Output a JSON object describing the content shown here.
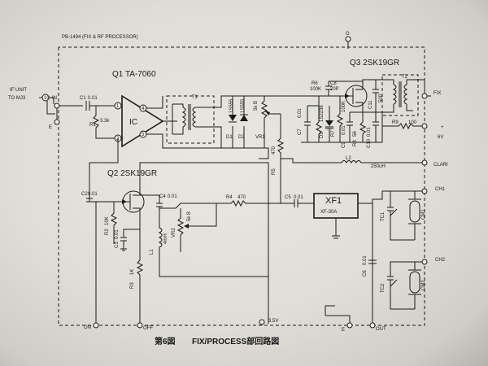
{
  "board": {
    "title": "PB-1494 (FIX & RF PROCESSOR)"
  },
  "caption": {
    "fig": "第6図",
    "title": "FIX/PROCESS部回路図"
  },
  "input": {
    "label1": "IF UNIT",
    "label2": "TO MJ3",
    "jack": "10",
    "in": "IN",
    "e": "E"
  },
  "q1": {
    "title": "Q1  TA-7060",
    "ic": "IC",
    "pin1": "1",
    "pin2": "2",
    "pin4": "4",
    "pin5": "5"
  },
  "q2": {
    "title": "Q2  2SK19GR"
  },
  "q3": {
    "title": "Q3  2SK19GR"
  },
  "parts": {
    "r1": "R1",
    "r1v": "3.3k",
    "c1": "C1",
    "c1v": "0.01",
    "c2": "C2",
    "c2v": "0.01",
    "t1": "T1",
    "d1": "D1",
    "d1v": "1S555",
    "d2": "D2",
    "d2v": "1S555",
    "vr1": "VR1",
    "vr1v": "5k B",
    "r5": "R5",
    "r5v": "470",
    "r6": "R6",
    "r6v": "100K",
    "c8": "C8",
    "c8v": "20P",
    "c7": "C7",
    "c7v": "0.01",
    "d3": "D3",
    "d3v": "1S2236",
    "r7": "R7",
    "r7v": "100K",
    "c9": "C9",
    "c9v": "0.01",
    "r8": "R8",
    "r8v": "56",
    "c10": "C10",
    "c10v": "0.01",
    "c11": "C11",
    "c11v": "50P",
    "t2": "T2",
    "r9": "R9",
    "r9v": "100",
    "l2": "L2",
    "l2v": "250uH",
    "r2": "R2",
    "r2v": "10K",
    "c3": "C3",
    "c3v": "0.01",
    "r3": "R3",
    "r3v": "1K",
    "c4": "C4",
    "c4v": "0.01",
    "l1": "L1",
    "l1v": "4mH",
    "vr2": "VR2",
    "vr2v": "5k B",
    "r4": "R4",
    "r4v": "470",
    "c5": "C5",
    "c5v": "0.01",
    "xf": "XF1",
    "xfv": "XF-30A",
    "c6": "C6",
    "c6v": "0.01",
    "tc1": "TC1",
    "tc2": "TC2",
    "cm1": "CM1",
    "cm2": "CM2"
  },
  "terminals": {
    "g": "G",
    "fix": "FIX",
    "plus": "+",
    "v6": "6V",
    "clari": "CLARI",
    "ch1": "CH1",
    "ch2": "CH2",
    "on": "ON",
    "off": "OFF",
    "v35": "3.5V",
    "e": "E",
    "out": "OUT"
  }
}
